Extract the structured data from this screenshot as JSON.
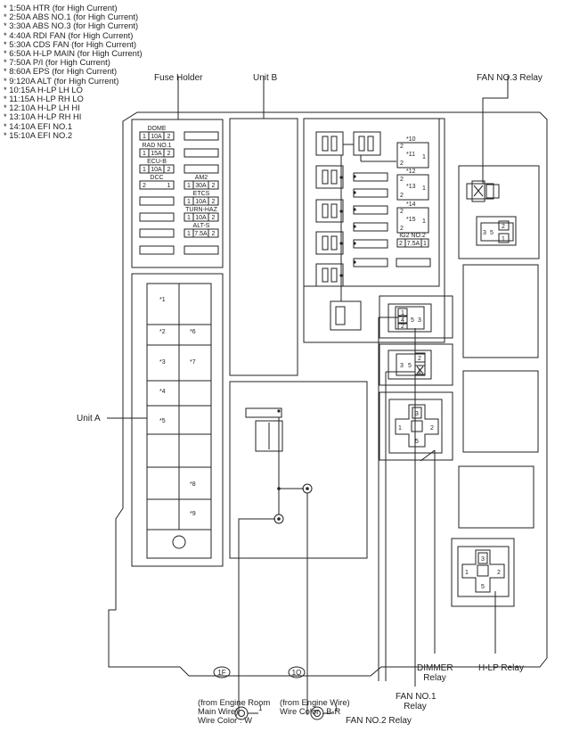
{
  "legend": [
    "* 1:50A HTR (for High Current)",
    "* 2:50A ABS NO.1 (for High Current)",
    "* 3:30A ABS NO.3 (for High Current)",
    "* 4:40A RDI FAN (for High Current)",
    "* 5:30A CDS FAN (for High Current)",
    "* 6:50A H-LP MAIN (for High Current)",
    "* 7:50A P/I (for High Current)",
    "* 8:60A EPS (for High Current)",
    "* 9:120A ALT (for High Current)",
    "* 10:15A H-LP LH LO",
    "* 11:15A H-LP RH LO",
    "* 12:10A H-LP LH HI",
    "* 13:10A H-LP RH HI",
    "* 14:10A EFI NO.1",
    "* 15:10A EFI NO.2"
  ],
  "labels": {
    "fuse_holder": "Fuse Holder",
    "unit_b": "Unit B",
    "fan3_relay": "FAN NO.3 Relay",
    "unit_a": "Unit A",
    "fan1_relay_line1": "FAN NO.1",
    "fan1_relay_line2": "Relay",
    "fan2_relay": "FAN NO.2 Relay",
    "dimmer_relay_line1": "DIMMER",
    "dimmer_relay_line2": "Relay",
    "hlp_relay": "H-LP Relay",
    "connector_1f": "1F",
    "connector_1q": "1Q",
    "terminal_1f_pin": "1",
    "terminal_1q_pin": "1",
    "wire_1f_line1": "(from Engine Room",
    "wire_1f_line2": "Main Wire)",
    "wire_1f_line3": "Wire Color : W",
    "wire_1q_line1": "(from Engine Wire)",
    "wire_1q_line2": "Wire Color : B-R"
  },
  "fuses": [
    {
      "name": "DOME",
      "left": "1",
      "mid": "10A",
      "right": "2"
    },
    {
      "name": "RAD NO.1",
      "left": "1",
      "mid": "15A",
      "right": "2"
    },
    {
      "name": "ECU-B",
      "left": "1",
      "mid": "10A",
      "right": "2"
    },
    {
      "name": "DCC",
      "left": "2",
      "mid": "",
      "right": "1"
    },
    {
      "name": "AM2",
      "left": "1",
      "mid": "30A",
      "right": "2"
    },
    {
      "name": "ETCS",
      "left": "1",
      "mid": "10A",
      "right": "2"
    },
    {
      "name": "TURN-HAZ",
      "left": "1",
      "mid": "10A",
      "right": "2"
    },
    {
      "name": "ALT-S",
      "left": "1",
      "mid": "7.5A",
      "right": "2"
    },
    {
      "name": "IG2 NO.2",
      "left": "2",
      "mid": "7.5A",
      "right": "1"
    }
  ],
  "unit_a_cells": {
    "left": [
      "*1",
      "*2",
      "*3",
      "*4",
      "*5"
    ],
    "right": [
      "*6",
      "*7",
      "*8",
      "*9"
    ]
  },
  "unit_b_fuses": {
    "f10": "*10",
    "f11": "*11",
    "f12": "*12",
    "f13": "*13",
    "f14": "*14",
    "f15": "*15",
    "pin1": "1",
    "pin2": "2"
  },
  "relay_pins": {
    "one": "1",
    "two": "2",
    "three": "3",
    "four": "4",
    "five": "5"
  }
}
